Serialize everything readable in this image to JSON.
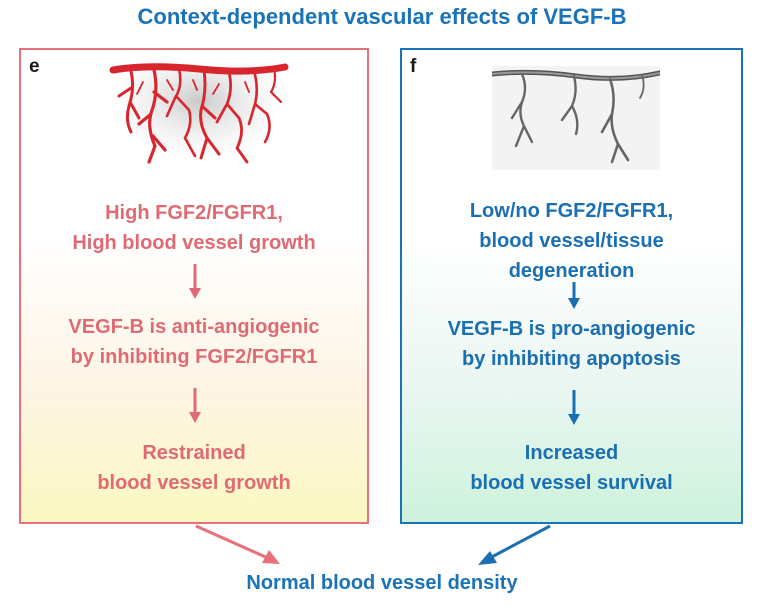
{
  "title": "Context-dependent vascular effects of VEGF-B",
  "panel_e": {
    "letter": "e",
    "condition": [
      "High FGF2/FGFR1,",
      "High blood vessel growth"
    ],
    "effect": [
      "VEGF-B is anti-angiogenic",
      "by inhibiting FGF2/FGFR1"
    ],
    "outcome": [
      "Restrained",
      "blood vessel growth"
    ],
    "color": "#e06a73",
    "illustration": "dense-red-vessel-network"
  },
  "panel_f": {
    "letter": "f",
    "condition": [
      "Low/no FGF2/FGFR1,",
      "blood vessel/tissue",
      "degeneration"
    ],
    "effect": [
      "VEGF-B is pro-angiogenic",
      "by inhibiting apoptosis"
    ],
    "outcome": [
      "Increased",
      "blood vessel survival"
    ],
    "color": "#1a6fb3",
    "illustration": "sparse-grey-vessel-network"
  },
  "conclusion": "Normal blood vessel density"
}
